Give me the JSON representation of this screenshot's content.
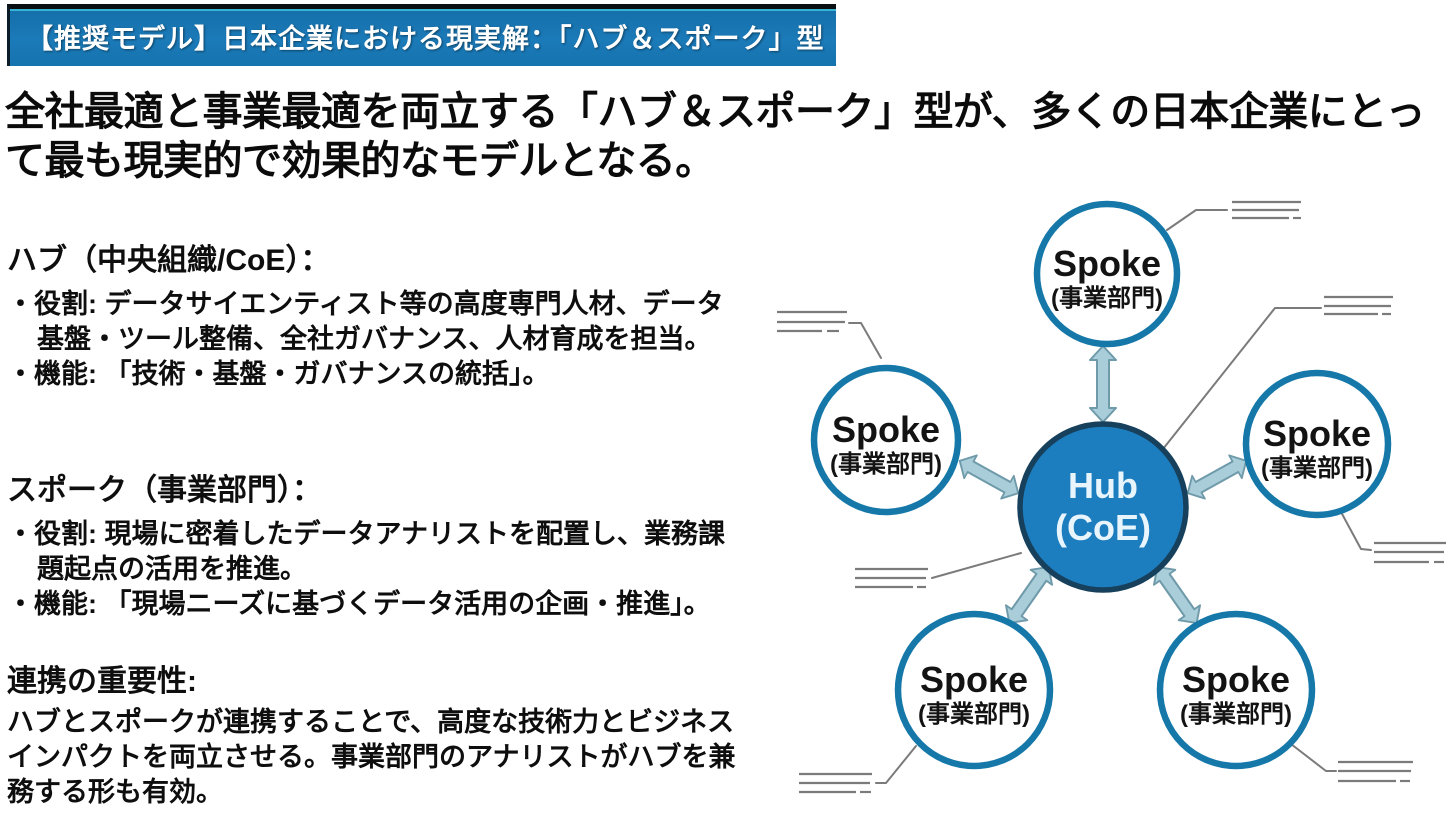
{
  "badge": {
    "label": "【推奨モデル】日本企業における現実解：「ハブ＆スポーク」型"
  },
  "headline": "全社最適と事業最適を両立する「ハブ＆スポーク」型が、多くの日本企業にとって最も現実的で効果的なモデルとなる。",
  "sections": [
    {
      "title": "ハブ（中央組織/CoE）：",
      "bullets": [
        "・役割: データサイエンティスト等の高度専門人材、データ基盤・ツール整備、全社ガバナンス、人材育成を担当。",
        "・機能: 「技術・基盤・ガバナンスの統括」。"
      ]
    },
    {
      "title": "スポーク（事業部門）：",
      "bullets": [
        "・役割: 現場に密着したデータアナリストを配置し、業務課題起点の活用を推進。",
        "・機能: 「現場ニーズに基づくデータ活用の企画・推進」。"
      ]
    },
    {
      "title": "連携の重要性:",
      "body": "ハブとスポークが連携することで、高度な技術力とビジネスインパクトを両立させる。事業部門のアナリストがハブを兼務する形も有効。"
    }
  ],
  "diagram": {
    "hub": {
      "label": "Hub",
      "sublabel": "(CoE)"
    },
    "spoke_label": "Spoke",
    "spoke_sublabel": "(事業部門)",
    "colors": {
      "hub_fill": "#1c7dbf",
      "hub_stroke": "#16405c",
      "spoke_stroke": "#1578a9",
      "arrow_fill": "#a9cdd9",
      "arrow_stroke": "#6f9aaa",
      "leader_gray": "#7b7b7b"
    }
  }
}
